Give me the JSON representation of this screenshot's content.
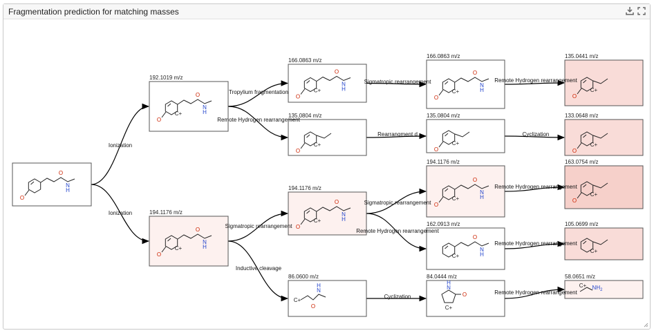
{
  "panel": {
    "title": "Fragmentation prediction for matching masses",
    "download_icon": "download-icon",
    "fullscreen_icon": "fullscreen-icon"
  },
  "colors": {
    "node_white": "#ffffff",
    "node_light": "#fdf1ef",
    "node_medium": "#f9dcd8",
    "node_dark": "#f6d0ca",
    "oxygen": "#cc2200",
    "nitrogen": "#2244cc"
  },
  "nodes": [
    {
      "id": "n0",
      "mz": "",
      "fill": "white"
    },
    {
      "id": "n1",
      "mz": "192.1019 m/z",
      "fill": "white"
    },
    {
      "id": "n2",
      "mz": "194.1176 m/z",
      "fill": "light"
    },
    {
      "id": "n3",
      "mz": "166.0863 m/z",
      "fill": "white"
    },
    {
      "id": "n4",
      "mz": "135.0804 m/z",
      "fill": "white"
    },
    {
      "id": "n5",
      "mz": "194.1176 m/z",
      "fill": "light"
    },
    {
      "id": "n6",
      "mz": "86.0600 m/z",
      "fill": "white"
    },
    {
      "id": "n7",
      "mz": "166.0863 m/z",
      "fill": "white"
    },
    {
      "id": "n8",
      "mz": "135.0804 m/z",
      "fill": "white"
    },
    {
      "id": "n9",
      "mz": "194.1176 m/z",
      "fill": "light"
    },
    {
      "id": "n10",
      "mz": "162.0913 m/z",
      "fill": "white"
    },
    {
      "id": "n11",
      "mz": "84.0444 m/z",
      "fill": "white"
    },
    {
      "id": "n12",
      "mz": "135.0441 m/z",
      "fill": "medium"
    },
    {
      "id": "n13",
      "mz": "133.0648 m/z",
      "fill": "medium"
    },
    {
      "id": "n14",
      "mz": "163.0754 m/z",
      "fill": "dark"
    },
    {
      "id": "n15",
      "mz": "105.0699 m/z",
      "fill": "medium"
    },
    {
      "id": "n16",
      "mz": "58.0651 m/z",
      "fill": "light"
    }
  ],
  "edges": [
    {
      "from": "n0",
      "to": "n1",
      "label": "Ionization"
    },
    {
      "from": "n0",
      "to": "n2",
      "label": "Ionization"
    },
    {
      "from": "n1",
      "to": "n3",
      "label": "Tropylium fragmentation"
    },
    {
      "from": "n1",
      "to": "n4",
      "label": "Remote Hydrogen rearrangement"
    },
    {
      "from": "n2",
      "to": "n5",
      "label": "Sigmatropic rearrangement"
    },
    {
      "from": "n2",
      "to": "n6",
      "label": "Inductive cleavage"
    },
    {
      "from": "n3",
      "to": "n7",
      "label": "Sigmatropic rearrangement"
    },
    {
      "from": "n4",
      "to": "n8",
      "label": "Rearrangment d"
    },
    {
      "from": "n5",
      "to": "n9",
      "label": "Sigmatropic rearrangement"
    },
    {
      "from": "n5",
      "to": "n10",
      "label": "Remote Hydrogen rearrangement"
    },
    {
      "from": "n6",
      "to": "n11",
      "label": "Cyclization"
    },
    {
      "from": "n7",
      "to": "n12",
      "label": "Remote Hydrogen rearrangement"
    },
    {
      "from": "n8",
      "to": "n13",
      "label": "Cyclization"
    },
    {
      "from": "n9",
      "to": "n14",
      "label": "Remote Hydrogen rearrangement"
    },
    {
      "from": "n10",
      "to": "n15",
      "label": "Remote Hydrogen rearrangement"
    },
    {
      "from": "n11",
      "to": "n16",
      "label": "Remote Hydrogen rearrangement"
    }
  ],
  "atoms": {
    "oxygen": "O",
    "nitrogen": "N",
    "hydrogen": "H",
    "carbocation": "C",
    "charge": "+",
    "amine": "NH",
    "amine_sub": "2"
  }
}
